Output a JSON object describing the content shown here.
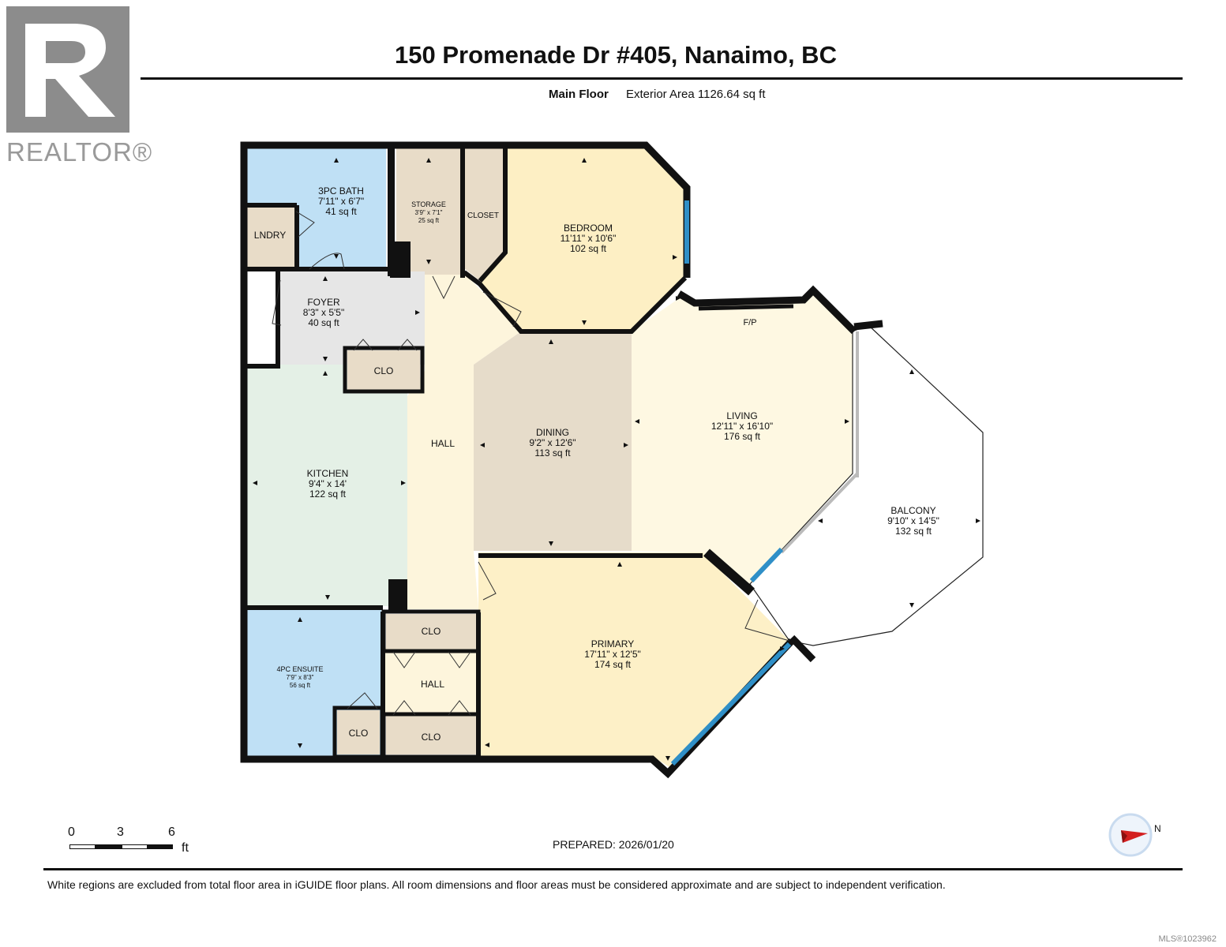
{
  "logo": {
    "text": "REALTOR®"
  },
  "header": {
    "title": "150 Promenade Dr #405, Nanaimo, BC",
    "floor_label": "Main Floor",
    "area_label": "Exterior Area 1126.64 sq ft"
  },
  "rooms": {
    "bath3": {
      "name": "3PC BATH",
      "dims": "7'11\" x 6'7\"",
      "area": "41 sq ft"
    },
    "lndry": {
      "name": "LNDRY"
    },
    "storage": {
      "name": "STORAGE",
      "dims": "3'9\" x 7'1\"",
      "area": "25 sq ft"
    },
    "closet": {
      "name": "CLOSET"
    },
    "bedroom": {
      "name": "BEDROOM",
      "dims": "11'11\" x 10'6\"",
      "area": "102 sq ft"
    },
    "foyer": {
      "name": "FOYER",
      "dims": "8'3\" x 5'5\"",
      "area": "40 sq ft"
    },
    "clo_foyer": {
      "name": "CLO"
    },
    "fp": {
      "name": "F/P"
    },
    "hall_main": {
      "name": "HALL"
    },
    "dining": {
      "name": "DINING",
      "dims": "9'2\" x 12'6\"",
      "area": "113 sq ft"
    },
    "living": {
      "name": "LIVING",
      "dims": "12'11\" x 16'10\"",
      "area": "176 sq ft"
    },
    "kitchen": {
      "name": "KITCHEN",
      "dims": "9'4\" x 14'",
      "area": "122 sq ft"
    },
    "balcony": {
      "name": "BALCONY",
      "dims": "9'10\" x 14'5\"",
      "area": "132 sq ft"
    },
    "clo_hall_top": {
      "name": "CLO"
    },
    "ensuite": {
      "name": "4PC ENSUITE",
      "dims": "7'9\" x 8'3\"",
      "area": "56 sq ft"
    },
    "hall_lower": {
      "name": "HALL"
    },
    "primary": {
      "name": "PRIMARY",
      "dims": "17'11\" x 12'5\"",
      "area": "174 sq ft"
    },
    "clo_ensuite": {
      "name": "CLO"
    },
    "clo_hall_bottom": {
      "name": "CLO"
    }
  },
  "scale": {
    "labels": [
      "0",
      "3",
      "6"
    ],
    "unit": "ft"
  },
  "compass": {
    "label": "N"
  },
  "footer": {
    "prepared": "PREPARED: 2026/01/20",
    "disclaimer": "White regions are excluded from total floor area in iGUIDE floor plans. All room dimensions and floor areas must be considered approximate and are subject to independent verification.",
    "mls": "MLS®1023962"
  },
  "colors": {
    "bath": "#bfe0f5",
    "laundry": "#e8dcc8",
    "storage": "#e8dcc8",
    "bedroom": "#fdefc4",
    "foyer": "#e6e6e6",
    "hall": "#fdf5dc",
    "dining": "#e6dcca",
    "living": "#fef8e2",
    "kitchen": "#e4f0e6",
    "primary": "#fdf0c7",
    "closet": "#e8dcc8",
    "wall": "#111111",
    "window": "#2f8fc7",
    "compass_arrow": "#d32020"
  }
}
